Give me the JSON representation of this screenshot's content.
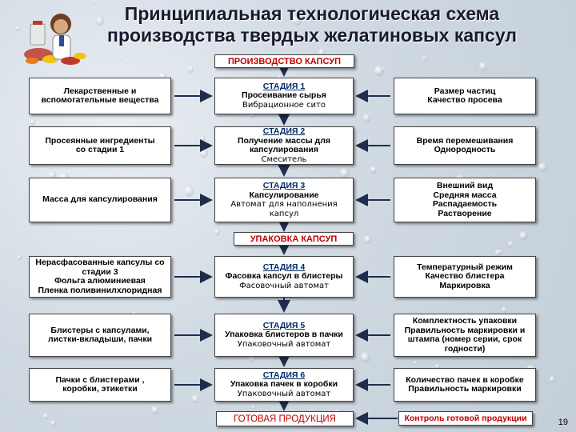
{
  "title": {
    "line1": "Принципиальная технологическая схема",
    "line2": "производства твердых желатиновых капсул"
  },
  "section_production": "ПРОИЗВОДСТВО КАПСУП",
  "section_packaging": "УПАКОВКА КАПСУП",
  "final_product": "ГОТОВАЯ ПРОДУКЦИЯ",
  "final_control": "Контроль готовой продукции",
  "page_number": "19",
  "stages": [
    {
      "inputs": [
        "Лекарственные и",
        "вспомогательные вещества"
      ],
      "label": "СТАДИЯ 1",
      "name": [
        "Просеивание сырья"
      ],
      "equipment": [
        "Вибрационное сито"
      ],
      "controls": [
        "Размер частиц",
        "Качество просева"
      ]
    },
    {
      "inputs": [
        "Просеянные ингредиенты",
        "со стадии 1"
      ],
      "label": "СТАДИЯ 2",
      "name": [
        "Получение массы для",
        "капсулирования"
      ],
      "equipment": [
        "Смеситель"
      ],
      "controls": [
        "Время перемешивания",
        "Однородность"
      ]
    },
    {
      "inputs": [
        "Масса для капсулирования"
      ],
      "label": "СТАДИЯ 3",
      "name": [
        "Капсулирование"
      ],
      "equipment": [
        "Автомат для наполнения",
        "капсул"
      ],
      "controls": [
        "Внешний вид",
        "Средняя масса",
        "Распадаемость",
        "Растворение"
      ]
    },
    {
      "inputs": [
        "Нерасфасованные капсулы со",
        "стадии 3",
        "Фольга алюминиевая",
        "Пленка поливинилхлоридная"
      ],
      "label": "СТАДИЯ 4",
      "name": [
        "Фасовка капсул в блистеры"
      ],
      "equipment": [
        "Фасовочный автомат"
      ],
      "controls": [
        "Температурный режим",
        "Качество блистера",
        "Маркировка"
      ]
    },
    {
      "inputs": [
        "Блистеры с капсулами,",
        "листки-вкладыши, пачки"
      ],
      "label": "СТАДИЯ 5",
      "name": [
        "Упаковка блистеров в пачки"
      ],
      "equipment": [
        "Упаковочный автомат"
      ],
      "controls": [
        "Комплектность упаковки",
        "Правильность маркировки и",
        "штампа (номер серии, срок",
        "годности)"
      ]
    },
    {
      "inputs": [
        "Пачки с блистерами ,",
        "коробки, этикетки"
      ],
      "label": "СТАДИЯ 6",
      "name": [
        "Упаковка пачек в коробки"
      ],
      "equipment": [
        "Упаковочный автомат"
      ],
      "controls": [
        "Количество пачек в коробке",
        "Правильность маркировки"
      ]
    }
  ],
  "colors": {
    "section_text": "#c00000",
    "stage_label": "#002a66",
    "arrow": "#1f2d4d"
  },
  "icons": [
    "doctor-with-pills-emblem",
    "arrow-right",
    "arrow-left",
    "arrow-down"
  ]
}
